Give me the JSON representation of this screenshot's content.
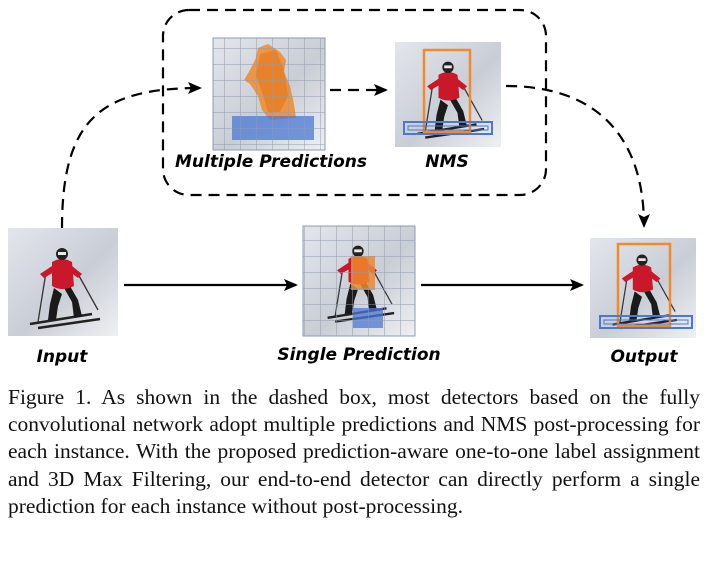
{
  "figure": {
    "labels": {
      "multiple_predictions": "Multiple Predictions",
      "nms": "NMS",
      "input": "Input",
      "single_prediction": "Single Prediction",
      "output": "Output"
    }
  },
  "caption": {
    "text": "Figure 1. As shown in the dashed box, most detectors based on the fully convolutional network adopt multiple predictions and NMS post-processing for each instance. With the proposed prediction-aware one-to-one label assignment and 3D Max Filtering, our end-to-end detector can directly perform a single prediction for each instance without post-processing."
  },
  "colors": {
    "orange": "#f08a2c",
    "blue": "#4b78d4",
    "skier_jacket": "#c8182a",
    "grid": "#9aa6b8"
  }
}
